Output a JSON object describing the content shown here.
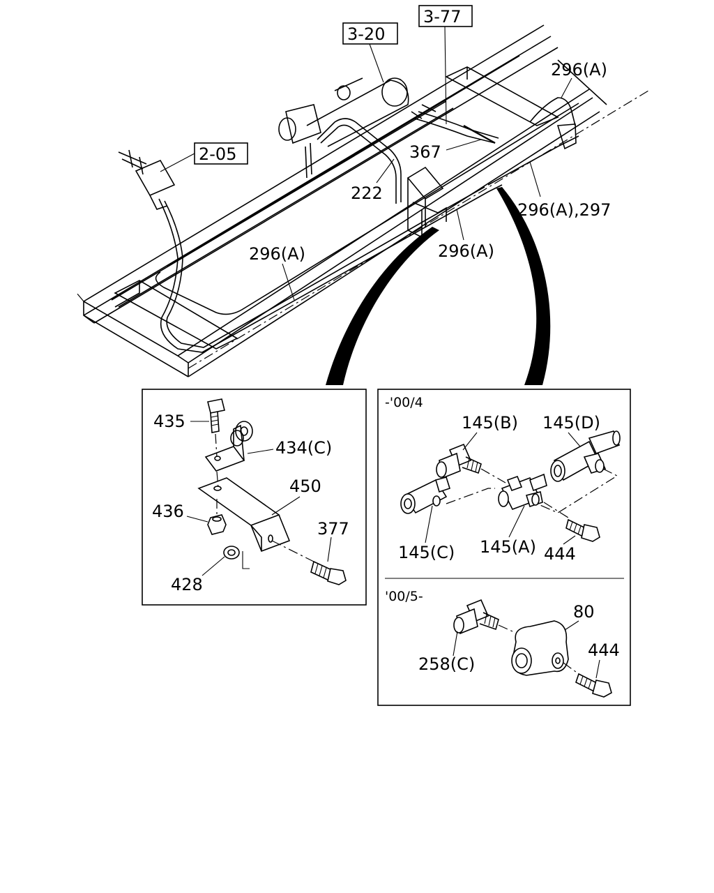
{
  "refs": {
    "r1": "3-20",
    "r2": "3-77",
    "r3": "2-05"
  },
  "top_labels": {
    "l296a_top": "296(A)",
    "l367": "367",
    "l222": "222",
    "l296a_297": "296(A),297",
    "l296a_left": "296(A)",
    "l296a_mid": "296(A)"
  },
  "left_panel": {
    "l435": "435",
    "l434c": "434(C)",
    "l450": "450",
    "l436": "436",
    "l377": "377",
    "l428": "428"
  },
  "right_panel": {
    "period1": "-'00/4",
    "l145b": "145(B)",
    "l145d": "145(D)",
    "l145c": "145(C)",
    "l145a": "145(A)",
    "l444a": "444",
    "period2": "'00/5-",
    "l80": "80",
    "l258c": "258(C)",
    "l444b": "444"
  }
}
